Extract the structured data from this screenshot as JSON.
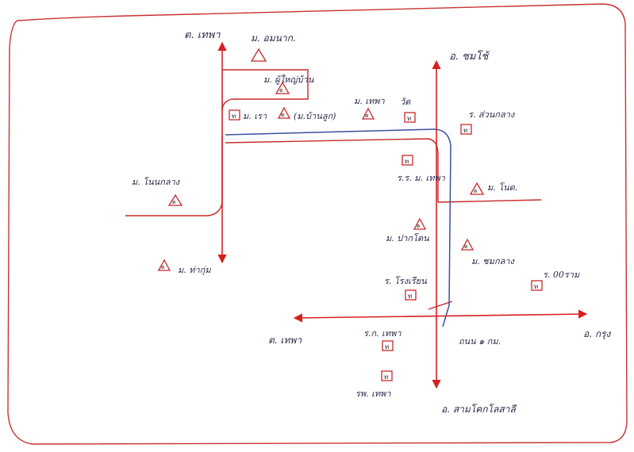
{
  "title": "",
  "colors": {
    "arrow": "#d62020",
    "road": "#c82828",
    "blue_road": "#3a4fa0",
    "ink": "#2b2b4a",
    "border": "#c83232"
  },
  "directions": {
    "north_left": "ต. เทพา",
    "north_right": "อ. ชมโช้",
    "west": "ต. เทพา",
    "east": "อ. กรุง",
    "south": "อ. สามโคกโลสาลี"
  },
  "places": {
    "p01": "ม. อมนาก.",
    "p02": "ม. ผู้ใหญ่บ้าน",
    "p03": "ม. เรา",
    "p04": "(ม.บ้านลูก)",
    "p05": "ม. เทพา",
    "p06": "วัด",
    "p07": "ร. ส่วนกลาง",
    "p08": "ม. โนนกลาง",
    "p09": "ร.ร. ม. เทพา",
    "p10": "ม. โนด.",
    "p11": "ม. ปากโดน",
    "p12": "ม. ชมกลาง",
    "p13": "ม. ท่ากุ่ม",
    "p14": "ร. โรงเรียน",
    "p15": "ร. 00ราม",
    "p16": "ร.ก. เทพา",
    "p17": "ถนน ๑ กม.",
    "p18": "รพ. เทพา"
  },
  "markers": {
    "triangle": "ต",
    "square": "ท"
  }
}
